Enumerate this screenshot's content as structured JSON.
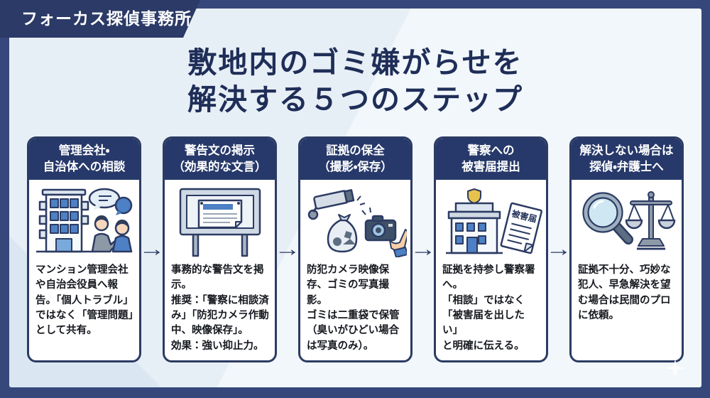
{
  "badge": {
    "label": "フォーカス探偵事務所"
  },
  "title": {
    "line1": "敷地内のゴミ嫌がらせを",
    "line2": "解決する５つのステップ"
  },
  "arrow_glyph": "→",
  "steps": [
    {
      "header": "管理会社・\n自治体への相談",
      "icon": "building-people-consultation",
      "body": "マンション管理会社や自治会役員へ報告。「個人トラブル」ではなく「管理問題」として共有。"
    },
    {
      "header": "警告文の掲示\n（効果的な文言）",
      "icon": "notice-board",
      "body": "事務的な警告文を掲示。\n推奨：「警察に相談済み」「防犯カメラ作動中、映像保存」。\n効果：強い抑止力。"
    },
    {
      "header": "証拠の保全\n（撮影・保存）",
      "icon": "cctv-garbage-camera",
      "body": "防犯カメラ映像保存、ゴミの写真撮影。\nゴミは二重袋で保管（臭いがひどい場合は写真のみ）。"
    },
    {
      "header": "警察への\n被害届提出",
      "icon": "police-station-report",
      "doc_label": "被害届",
      "body": "証拠を持参し警察署へ。\n「相談」ではなく\n「被害届を出したい」\nと明確に伝える。"
    },
    {
      "header": "解決しない場合は\n探偵・弁護士へ",
      "icon": "magnifier-scales",
      "body": "証拠不十分、巧妙な犯人、早急解決を望む場合は民間のプロに依頼。"
    }
  ],
  "colors": {
    "frame": "#36477b",
    "badge_bg": "#2b3a66",
    "card_header_bg": "#27396a",
    "card_border": "#2c3b63",
    "title_text": "#1f2e58",
    "panel_bg": "#e7eff6",
    "accent_blue": "#4d80c4",
    "illo_outline": "#2c3b63"
  }
}
